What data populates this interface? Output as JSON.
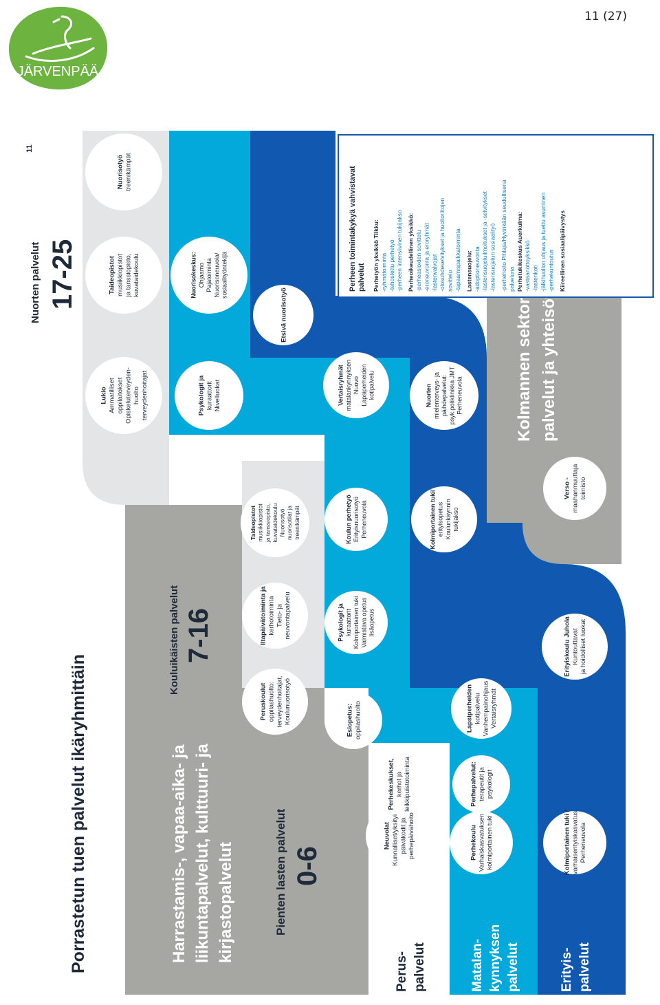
{
  "page_number": "11 (27)",
  "logo": {
    "name": "JÄRVENPÄÄ",
    "icon": "swan-icon",
    "color": "#6cb33f"
  },
  "colors": {
    "light_gray": "#e3e5e6",
    "gray": "#a6a7a3",
    "light_blue": "#04a9dc",
    "dark_blue": "#1159b0",
    "text": "#1e2a3a"
  },
  "diagram": {
    "page_mark": "11",
    "title": "Porrastetun tuen palvelut ikäryhmittäin",
    "harrastus": [
      "Harrastamis-, vapaa-aika- ja",
      "liikuntapalvelut, kulttuuri- ja",
      "kirjastopalvelut"
    ],
    "tiers": {
      "perus": [
        "Perus-",
        "palvelut"
      ],
      "matalan": [
        "Matalan-",
        "kynnyksen",
        "palvelut"
      ],
      "erityis": [
        "Erityis-",
        "palvelut"
      ]
    },
    "age_groups": {
      "small": {
        "label": "Pienten lasten palvelut",
        "range": "0-6"
      },
      "school": {
        "label": "Kouluikäisten palvelut",
        "range": "7-16"
      },
      "young": {
        "label": "Nuorten palvelut",
        "range": "17-25"
      }
    },
    "third_sector": [
      "Kolmannen sektorin",
      "palvelut ja yhteisöt"
    ],
    "circles": {
      "neuvolat": [
        "Neuvolat",
        "Kunnalliset/yksityiset",
        "päiväkodit ja",
        "perhepäivähoito"
      ],
      "perhekeskukset": [
        "Perhekeskukset,",
        "kerhot ja",
        "leikkipuistotoiminta"
      ],
      "esiopetus": [
        "Esiopetus:",
        "oppilashuolto"
      ],
      "peruskoulut": [
        "Peruskoulut",
        "oppilashuolto:",
        "terveydenhoitajat,",
        "Koulunuorisotyö"
      ],
      "iltapaiva": [
        "Iltapäivätoiminta ja",
        "kerhotoiminta",
        "Tieto- ja",
        "neuvontapalvelu"
      ],
      "taide_school": [
        "Taideopistot",
        "musiikkiopistot",
        "ja tanssiopisto,",
        "kuvataidekoulu",
        "Nuorisotyö",
        "nuorisotilat ja",
        "treenikämpät"
      ],
      "lukio": [
        "Lukio",
        "Ammatilliset",
        "oppilaitokset",
        "Opiskeluterveyden-",
        "huolto",
        "terveydenhoitajat"
      ],
      "taide_young": [
        "Taideopistot",
        "musiikkiopistot",
        "ja tanssiopisto,",
        "kuvataidekoulu"
      ],
      "nuorisotyo": [
        "Nuorisotyö",
        "treenikämpät"
      ],
      "perhekoulu": [
        "Perhekoulu",
        "Varhaiskasvatuksen",
        "kolmiportainen tuki"
      ],
      "perhepalvelut": [
        "Perhepalvelut:",
        "terapeutit ja",
        "psykologit"
      ],
      "lapsiperheiden_kotipalvelu": [
        "Lapsiperheiden",
        "kotipalvelu",
        "Vanhempainohjaus",
        "Vertaisryhmät"
      ],
      "psykologit_school": [
        "Psykologit ja",
        "kuraattorit",
        "Kolmiportainen tuki",
        "Valmistava opetus",
        "lisäopetus"
      ],
      "koulun_perhetyo": [
        "Koulun perhetyö",
        "Erityisnuorisotyö",
        "Perheneuvola"
      ],
      "vertaisryhmat": [
        "Vertaisryhmät",
        "matalankynnyksen",
        "Nuovo",
        "Lapsiperheiden",
        "kotipalvelu"
      ],
      "psykologit_young": [
        "Psykologit ja",
        "kuraattorit",
        "Nivelluokat"
      ],
      "nuorisokeskus": [
        "Nuorisokeskus:",
        "Ohjaamo",
        "Pajatoiminta",
        "Nuorisoneuvola/",
        "sosiaalityöntekijä"
      ],
      "etsiva": [
        "Etsivä nuorisotyö"
      ],
      "kolmiportainen_erityis": [
        "Kolmiportainen tuki /",
        "varhaiserityiskasvatus",
        "Perheneuvola"
      ],
      "erityiskoulu": [
        "Erityiskoulu Juhola",
        "Kuntouttavat",
        "ja hoidolliset luokat"
      ],
      "kolmiportainen_erityisopetus": [
        "Kolmiportainen tuki/",
        "erityisopetus",
        "Koulunkäynnin",
        "tukijakso"
      ],
      "nuorten_mielenterveys": [
        "Nuorten",
        "mielenterveys- ja",
        "päihdepalvelut:",
        "psyk.poliklinikka JMT",
        "Perheneuvola"
      ],
      "verso": [
        "Verso -",
        "maahanmuuttaja",
        "toimisto"
      ]
    },
    "family_box": {
      "title": [
        "Perheen toimintakykyä vahvistavat",
        "palvelut"
      ],
      "lines": [
        "Perhetyön yksikkö Tilkku:",
        "-ryhmätoiminta",
        "-tehostettu perhetyö",
        "-perheen intensiivinen tukijakso",
        "",
        "Perheoikeudellinen yksikkö:",
        "-perheasioiden sovittelu",
        "-eroneuvonta ja eroryhmät",
        "-lastenvalvojat",
        "-olosuhdeselvitykset ja huoltoriitojen",
        "sovittelu",
        "-tapaamispaikkatoiminta",
        "",
        "Lastensuojelu:",
        "-adoptioneuvonta",
        "-lastensuojeluilmoitukset ja -selvitykset",
        "-lastensuojelun sosiaalityö",
        "",
        "-perhehoito Pihlaja/Hyvinkään seudullisena",
        "palveluna",
        "Perhetukikeskus Auerkulma:",
        "-vastaanottoyksikkö",
        "-lastenkoti",
        "-jälkihuollon ohjaus ja tuettu asuminen",
        "-perhekuntoutus",
        "",
        "Kiireellinen sosiaalipäivystys"
      ]
    }
  }
}
